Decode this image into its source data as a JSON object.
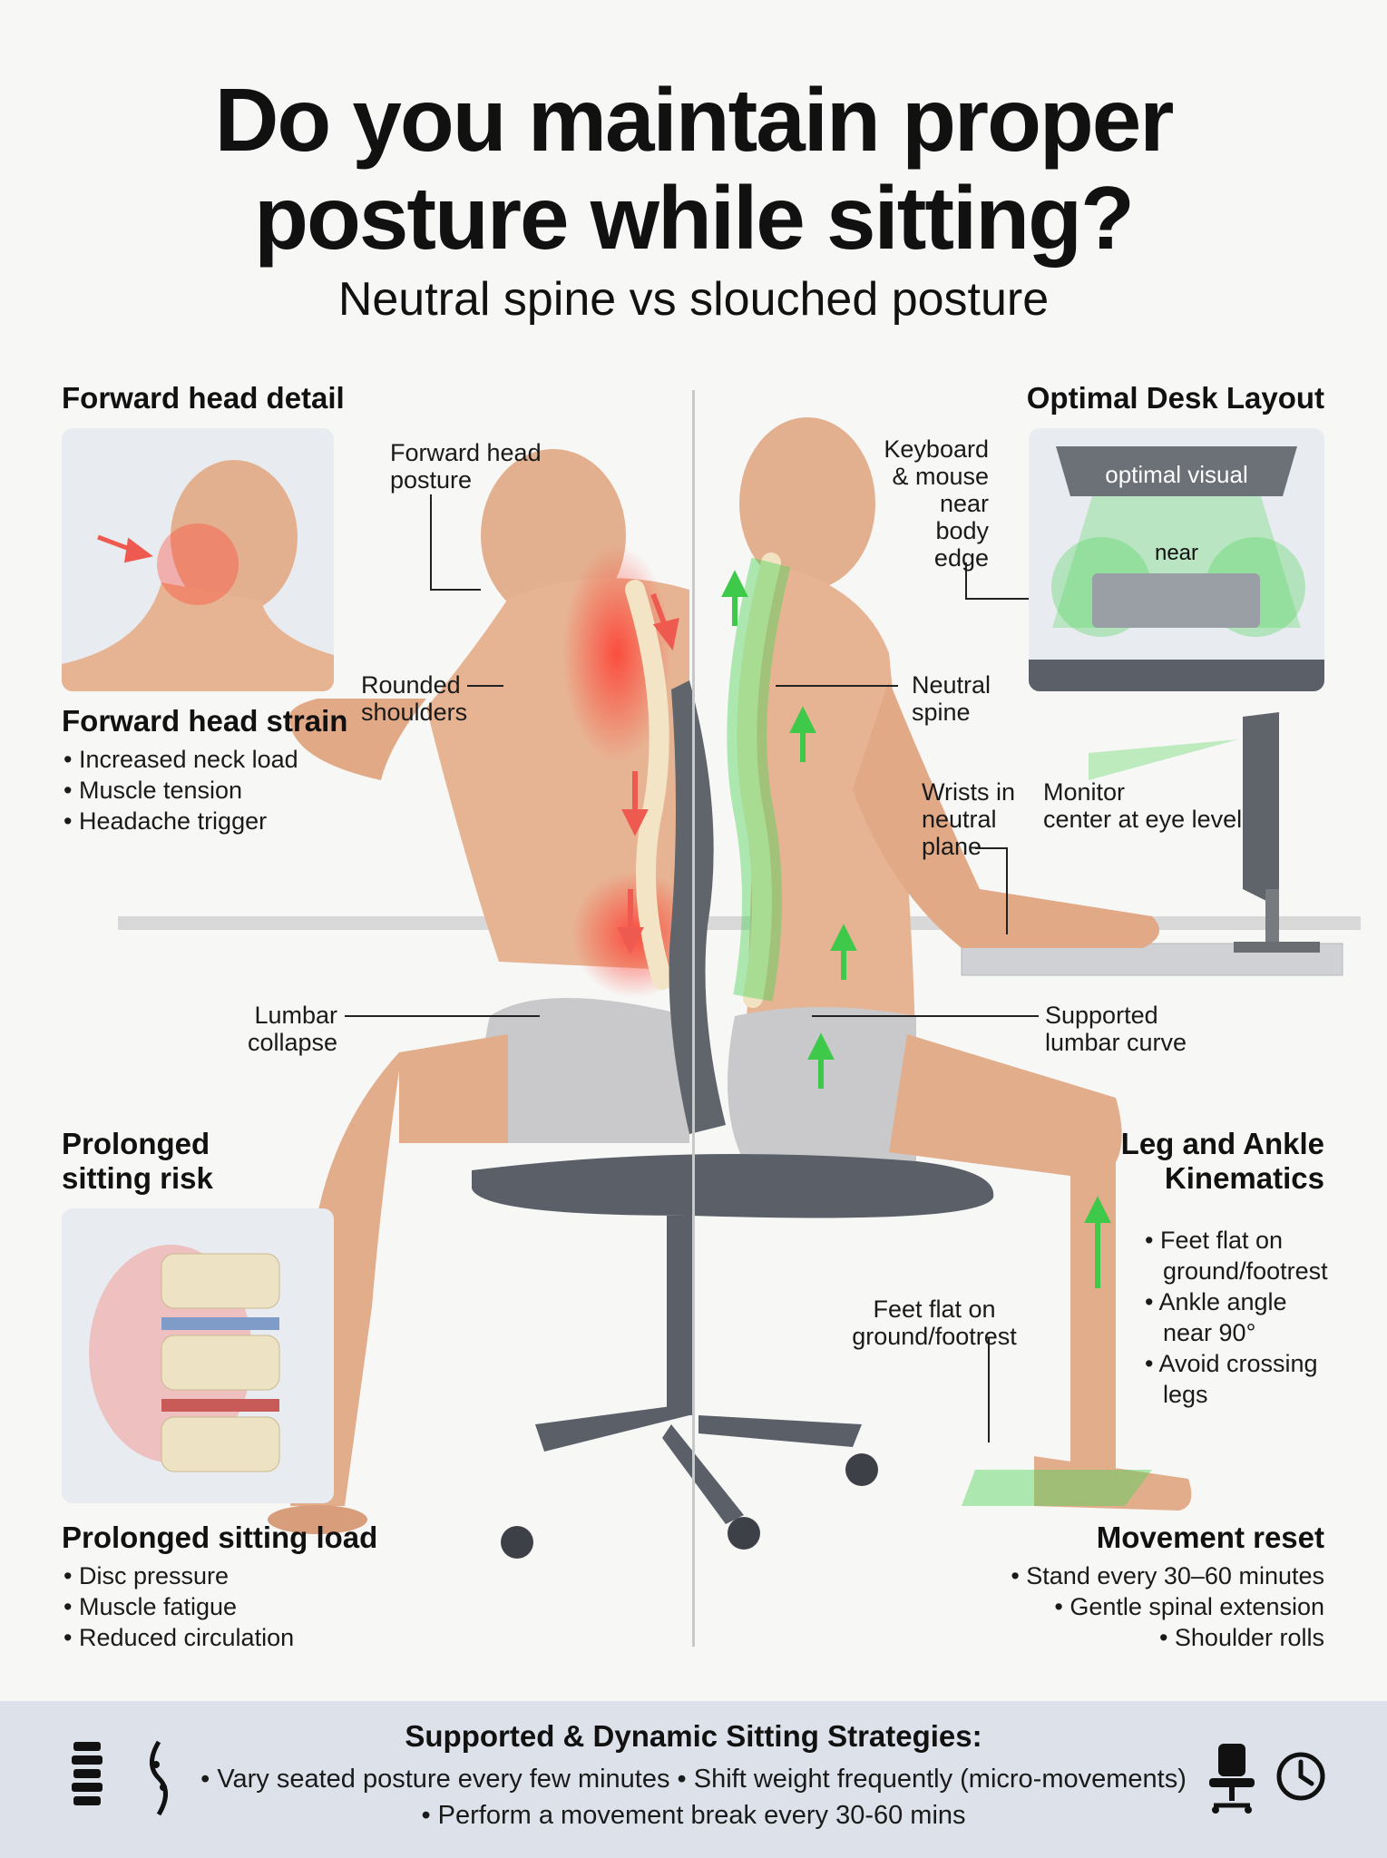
{
  "title_line1": "Do you maintain proper",
  "title_line2": "posture while sitting?",
  "subtitle": "Neutral spine vs slouched posture",
  "left_top": {
    "heading": "Forward head detail",
    "strain_heading": "Forward head strain",
    "bullets": [
      "Increased neck load",
      "Muscle tension",
      "Headache trigger"
    ]
  },
  "left_mid": {
    "heading_line1": "Prolonged",
    "heading_line2": "sitting risk",
    "load_heading": "Prolonged sitting load",
    "bullets": [
      "Disc pressure",
      "Muscle fatigue",
      "Reduced circulation"
    ]
  },
  "right_top": {
    "heading": "Optimal Desk Layout",
    "monitor_label": "optimal visual",
    "near_label": "near"
  },
  "right_mid": {
    "heading_line1": "Leg and Ankle",
    "heading_line2": "Kinematics",
    "bullets": [
      {
        "l1": "Feet flat on",
        "l2": "ground/footrest"
      },
      {
        "l1": "Ankle angle",
        "l2": "near 90°"
      },
      {
        "l1": "Avoid crossing",
        "l2": "legs"
      }
    ]
  },
  "right_bottom": {
    "heading": "Movement reset",
    "bullets": [
      "Stand every 30–60 minutes",
      "Gentle spinal extension",
      "Shoulder rolls"
    ]
  },
  "callouts": {
    "forward_head": [
      "Forward head",
      "posture"
    ],
    "rounded_shoulders": [
      "Rounded",
      "shoulders"
    ],
    "lumbar_collapse": [
      "Lumbar",
      "collapse"
    ],
    "keyboard": [
      "Keyboard",
      "& mouse",
      "near body",
      "edge"
    ],
    "neutral_spine": [
      "Neutral",
      "spine"
    ],
    "wrists": [
      "Wrists in",
      "neutral",
      "plane"
    ],
    "monitor": [
      "Monitor",
      "center at eye level"
    ],
    "supported_lumbar": [
      "Supported",
      "lumbar curve"
    ],
    "feet_flat": [
      "Feet flat on",
      "ground/footrest"
    ]
  },
  "bottom_bar": {
    "title": "Supported & Dynamic Sitting Strategies:",
    "line1": "• Vary seated posture every few minutes • Shift weight frequently (micro-movements)",
    "line2": "• Perform a movement break every 30-60 mins",
    "icons": [
      "spine-icon",
      "spine-curve-icon",
      "office-chair-icon",
      "clock-icon"
    ]
  },
  "colors": {
    "strain_red": "#e8453c",
    "good_green": "#3fc94a",
    "skin": "#e7b493",
    "bone": "#eee2c4",
    "chair": "#5b6068"
  }
}
